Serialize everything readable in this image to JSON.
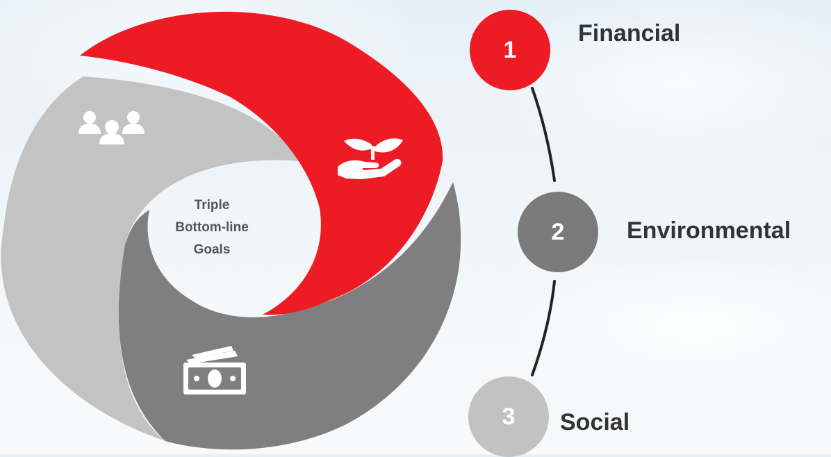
{
  "center": {
    "lines": [
      "Triple",
      "Bottom-line",
      "Goals"
    ]
  },
  "steps": [
    {
      "number": "1",
      "label": "Financial",
      "color": "#ed1c24"
    },
    {
      "number": "2",
      "label": "Environmental",
      "color": "#7b7b7b"
    },
    {
      "number": "3",
      "label": "Social",
      "color": "#c2c2c2"
    }
  ],
  "segments": {
    "red_color": "#ed1c24",
    "dark_gray_color": "#7f7f7f",
    "light_gray_color": "#c3c3c3",
    "icons": [
      "plant-in-hand-icon",
      "money-bills-icon",
      "people-group-icon"
    ]
  }
}
